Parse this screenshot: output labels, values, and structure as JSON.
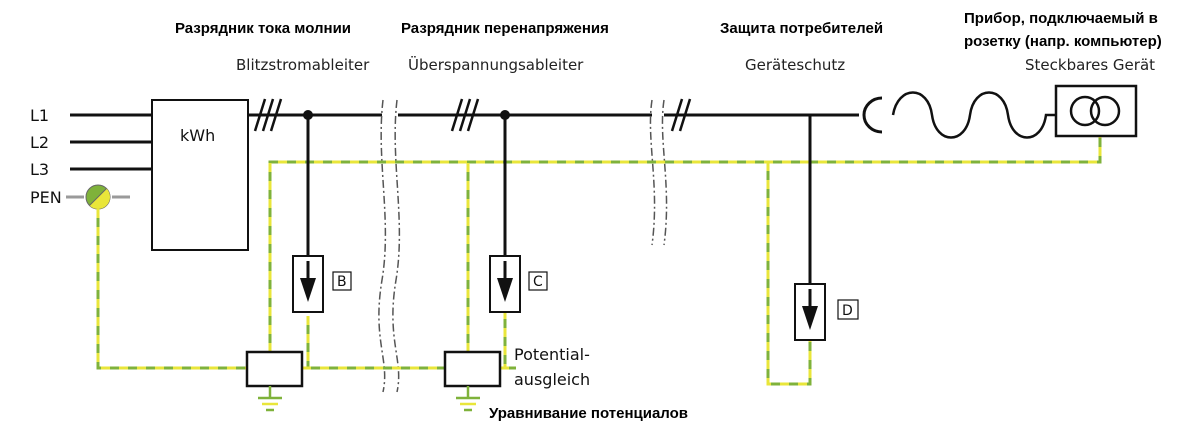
{
  "sections": {
    "lightning": {
      "ru": "Разрядник тока молнии",
      "de": "Blitzstromableiter",
      "class_label": "B"
    },
    "surge": {
      "ru": "Разрядник перенапряжения",
      "de": "Überspannungsableiter",
      "class_label": "C"
    },
    "consumer": {
      "ru": "Защита потребителей",
      "de": "Geräteschutz",
      "class_label": "D"
    },
    "plug": {
      "ru_line1": "Прибор, подключаемый в",
      "ru_line2": "розетку (напр. компьютер)",
      "de": "Steckbares Gerät"
    }
  },
  "supply_lines": [
    "L1",
    "L2",
    "L3",
    "PEN"
  ],
  "meter": {
    "label": "kWh"
  },
  "equipotential": {
    "de_line1": "Potential-",
    "de_line2": "ausgleich",
    "ru": "Уравнивание потенциалов"
  },
  "colors": {
    "conductor": "#111111",
    "earth_green": "#7fb23a",
    "earth_yellow": "#e9e63a",
    "pen_gray": "#9a9a9a"
  }
}
